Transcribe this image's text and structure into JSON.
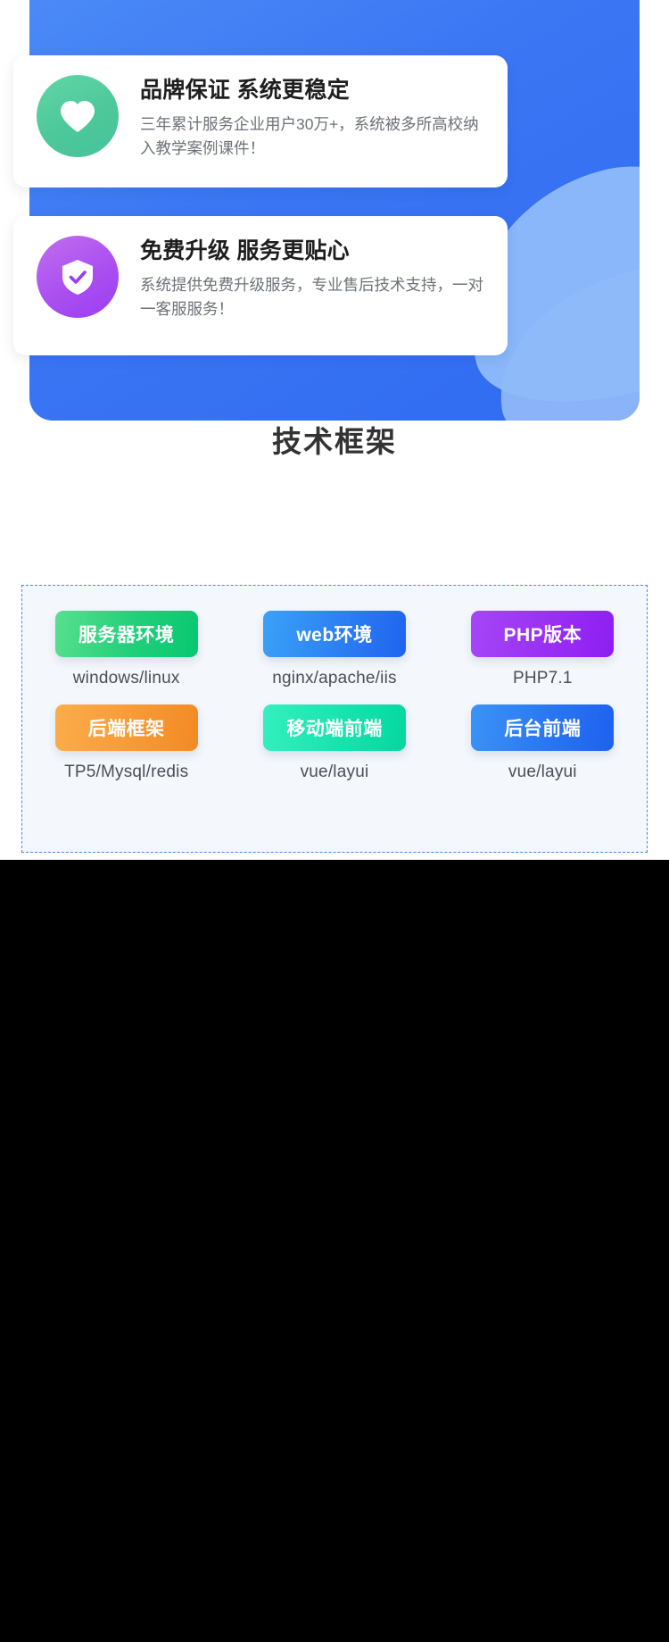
{
  "features": {
    "cards": [
      {
        "icon": "heart-icon",
        "icon_color": "#4dc89a",
        "title": "品牌保证 系统更稳定",
        "desc": "三年累计服务企业用户30万+，系统被多所高校纳入教学案例课件！"
      },
      {
        "icon": "shield-check-icon",
        "icon_color": "#ab4ff0",
        "title": "免费升级 服务更贴心",
        "desc": "系统提供免费升级服务，专业售后技术支持，一对一客服服务！"
      }
    ],
    "panel_color": "#3b76f3"
  },
  "tech": {
    "heading": "技术框架",
    "border_color": "#3f8bf0",
    "items": [
      {
        "label": "服务器环境",
        "caption": "windows/linux",
        "color": "#21cf7a"
      },
      {
        "label": "web环境",
        "caption": "nginx/apache/iis",
        "color": "#2b7cf2"
      },
      {
        "label": "PHP版本",
        "caption": "PHP7.1",
        "color": "#9a2ff4"
      },
      {
        "label": "后端框架",
        "caption": "TP5/Mysql/redis",
        "color": "#f79a36"
      },
      {
        "label": "移动端前端",
        "caption": "vue/layui",
        "color": "#17e3ae"
      },
      {
        "label": "后台前端",
        "caption": "vue/layui",
        "color": "#2a76f2"
      }
    ]
  }
}
